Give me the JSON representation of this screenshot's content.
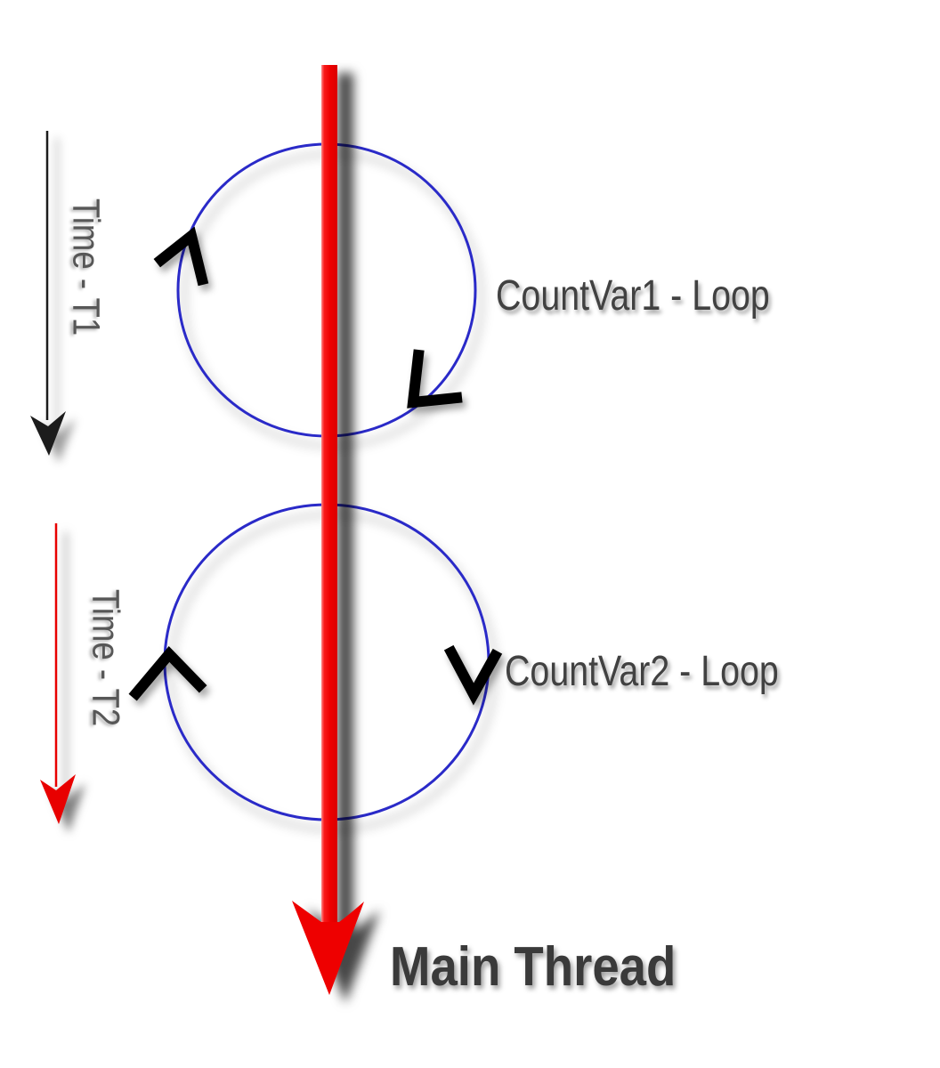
{
  "diagram": {
    "labels": {
      "loop1": "CountVar1 - Loop",
      "loop2": "CountVar2 - Loop",
      "main_thread": "Main Thread",
      "time_t1": "Time - T1",
      "time_t2": "Time - T2"
    },
    "colors": {
      "main_thread_red": "#ee0000",
      "loop_blue": "#2a2ac8",
      "time_t1_black": "#1c1c1c",
      "time_t2_red": "#e80000",
      "rotation_arrow_black": "#000000",
      "loop_label_gray": "#414141",
      "main_label_gray": "#3a3a3a",
      "time_label_gray": "#575757",
      "background": "#ffffff"
    }
  }
}
